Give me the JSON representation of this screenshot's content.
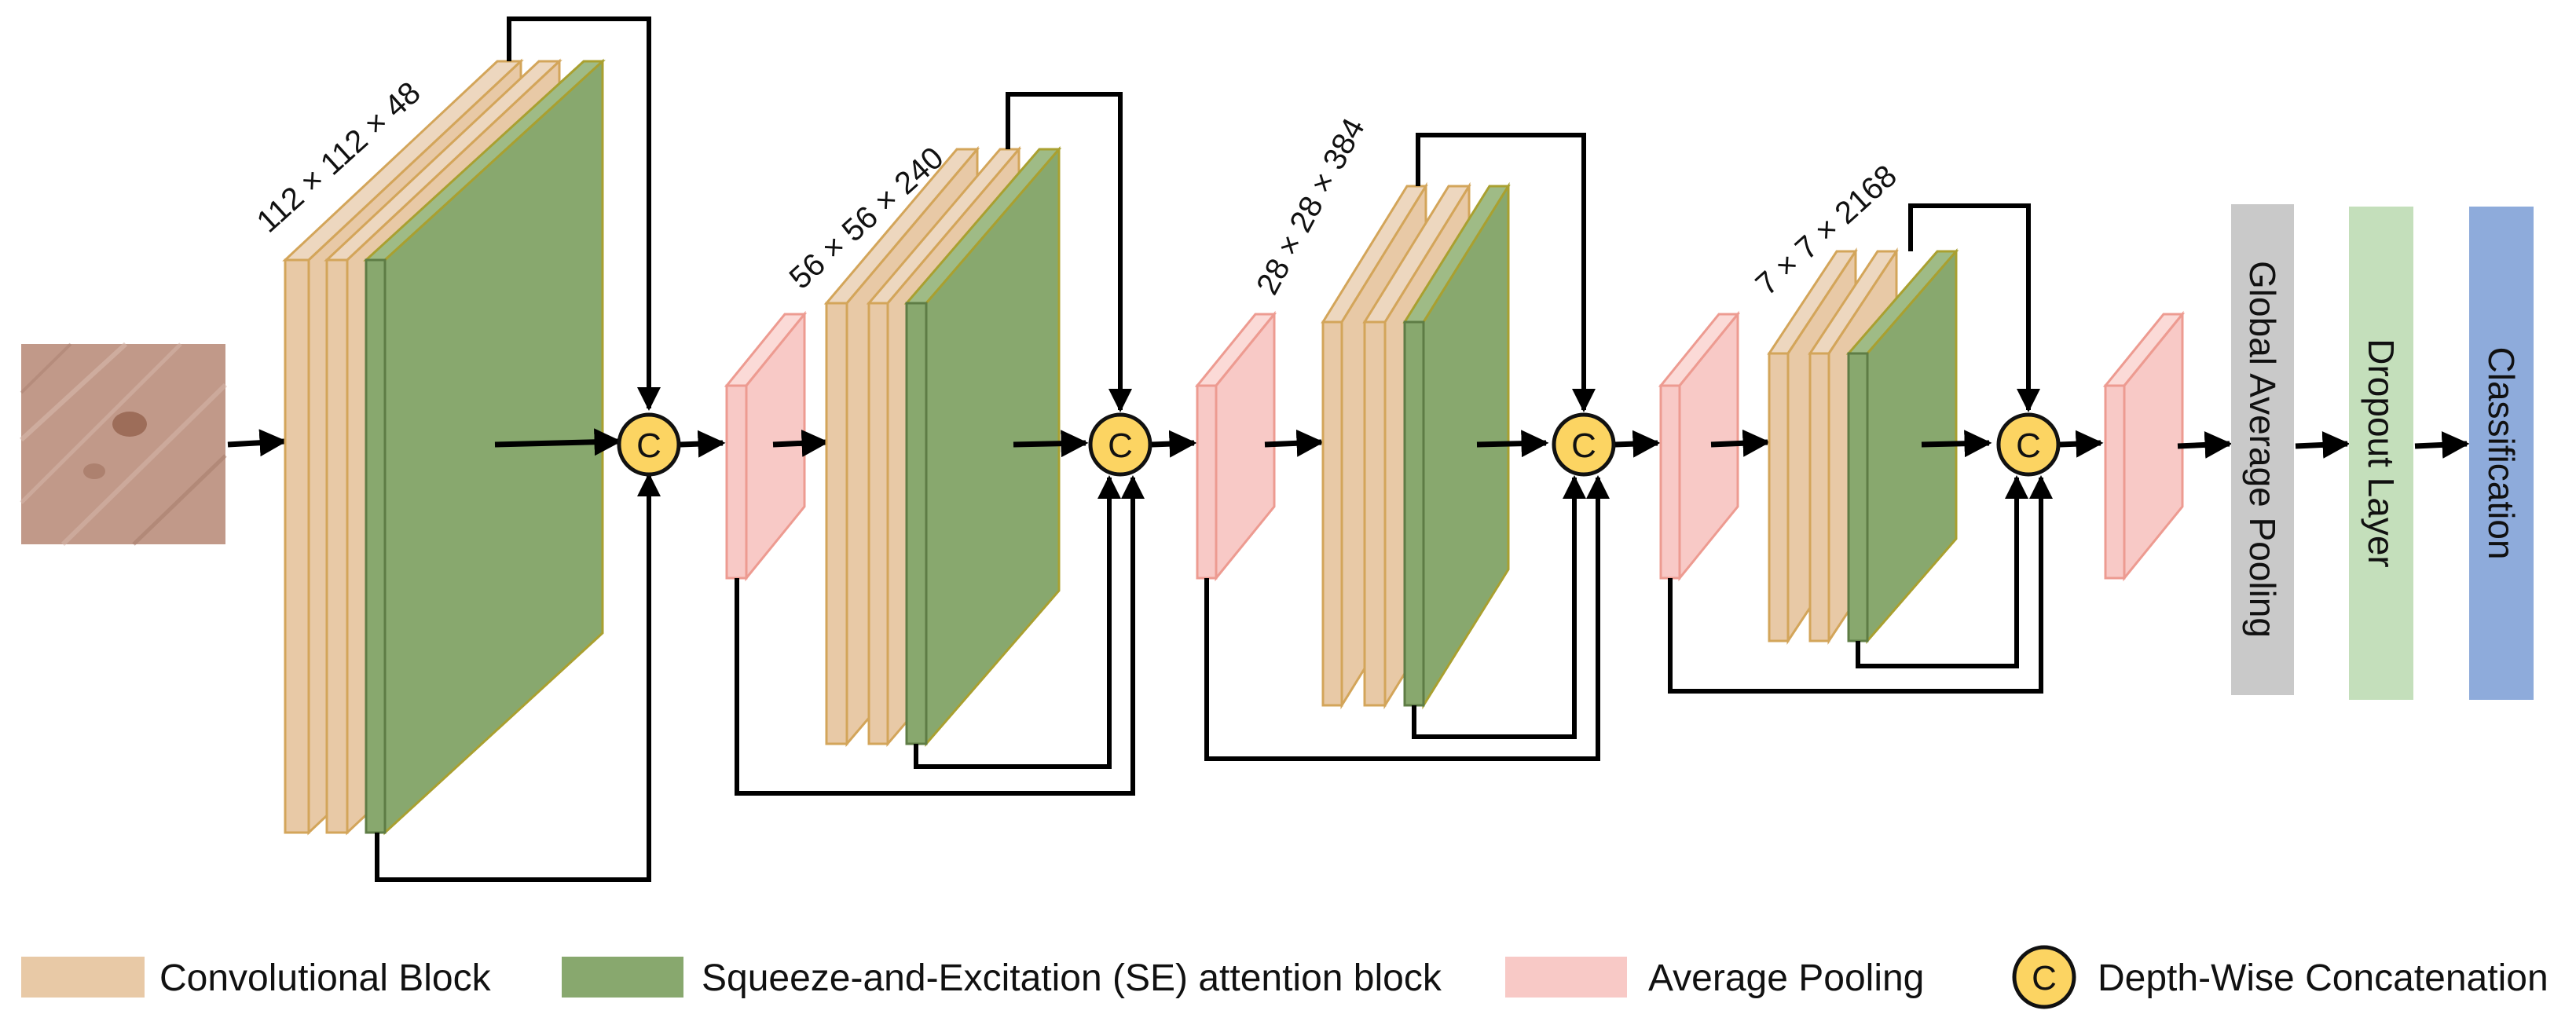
{
  "stages": [
    {
      "dim": "112 × 112 × 48"
    },
    {
      "dim": "56 × 56 × 240"
    },
    {
      "dim": "28 × 28 × 384"
    },
    {
      "dim": "7 × 7 × 2168"
    }
  ],
  "concat_symbol": "C",
  "head": {
    "gap_label": "Global Average Pooling",
    "dropout_label": "Dropout Layer",
    "class_label": "Classification"
  },
  "legend": {
    "conv": "Convolutional Block",
    "se": "Squeeze-and-Excitation (SE) attention block",
    "avgpool": "Average Pooling",
    "concat": "Depth-Wise Concatenation"
  },
  "colors": {
    "conv": "#e8c9a6",
    "se": "#88a86e",
    "avgpool": "#f8c9c6",
    "concat": "#fcd462",
    "gap": "#c9c9c9",
    "dropout": "#c4dfbb",
    "class": "#8eabdb"
  }
}
